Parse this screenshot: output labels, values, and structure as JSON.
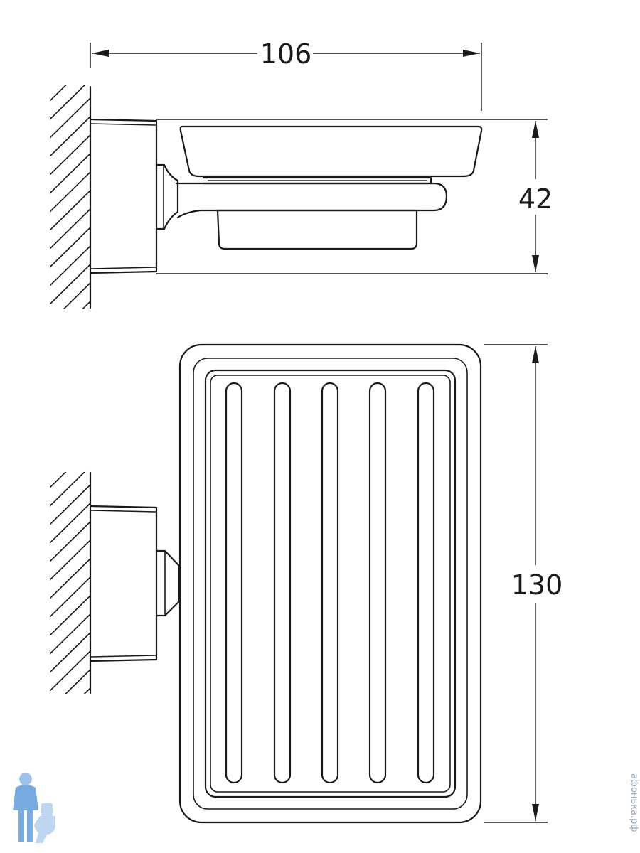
{
  "dimensions": {
    "width": "106",
    "height": "42",
    "length": "130"
  },
  "watermark": {
    "text": "афонька.рф"
  },
  "colors": {
    "line": "#1a1a1a",
    "background": "#ffffff",
    "logo": "#4a90d9"
  }
}
